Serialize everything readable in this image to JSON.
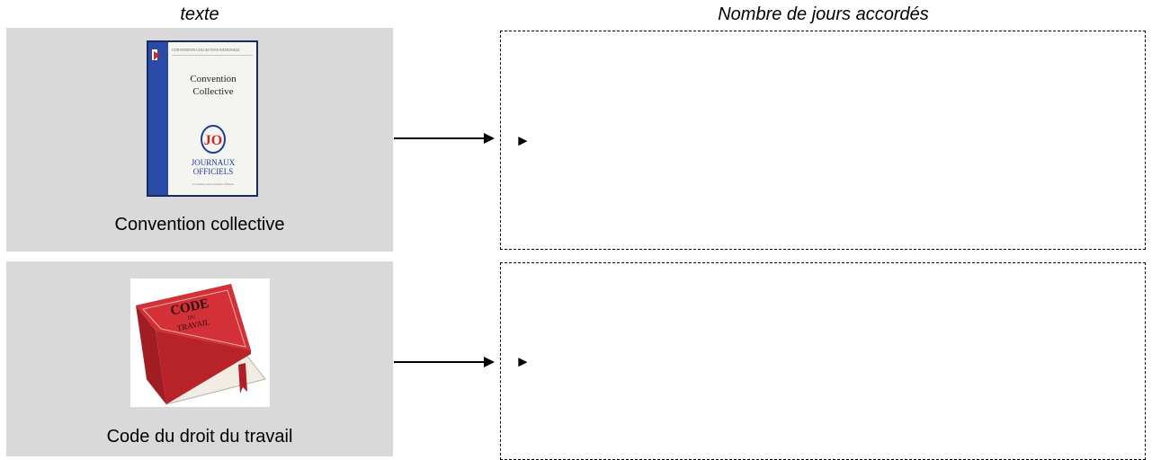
{
  "header": {
    "left": "texte",
    "right": "Nombre de jours accordés"
  },
  "rows": [
    {
      "caption": "Convention collective",
      "image": {
        "icon": "journal-officiel-cover-icon",
        "top_text": "CONVENTION COLLECTIVE NATIONALE",
        "title_line1": "Convention",
        "title_line2": "Collective",
        "logo": "JO",
        "logo_line1": "JOURNAUX",
        "logo_line2": "OFFICIELS",
        "footer": "La tribune des Journaux officiels"
      },
      "answer_bullet": "►"
    },
    {
      "caption": "Code du droit du travail",
      "image": {
        "icon": "code-du-travail-book-icon",
        "line1": "CODE",
        "line2": "DU",
        "line3": "TRAVAIL"
      },
      "answer_bullet": "►"
    }
  ],
  "colors": {
    "panel_bg": "#d9d9d9",
    "cover_blue": "#2a4aa8",
    "logo_blue": "#1e3c96",
    "logo_red": "#d0282a",
    "book_red": "#c8262d"
  }
}
